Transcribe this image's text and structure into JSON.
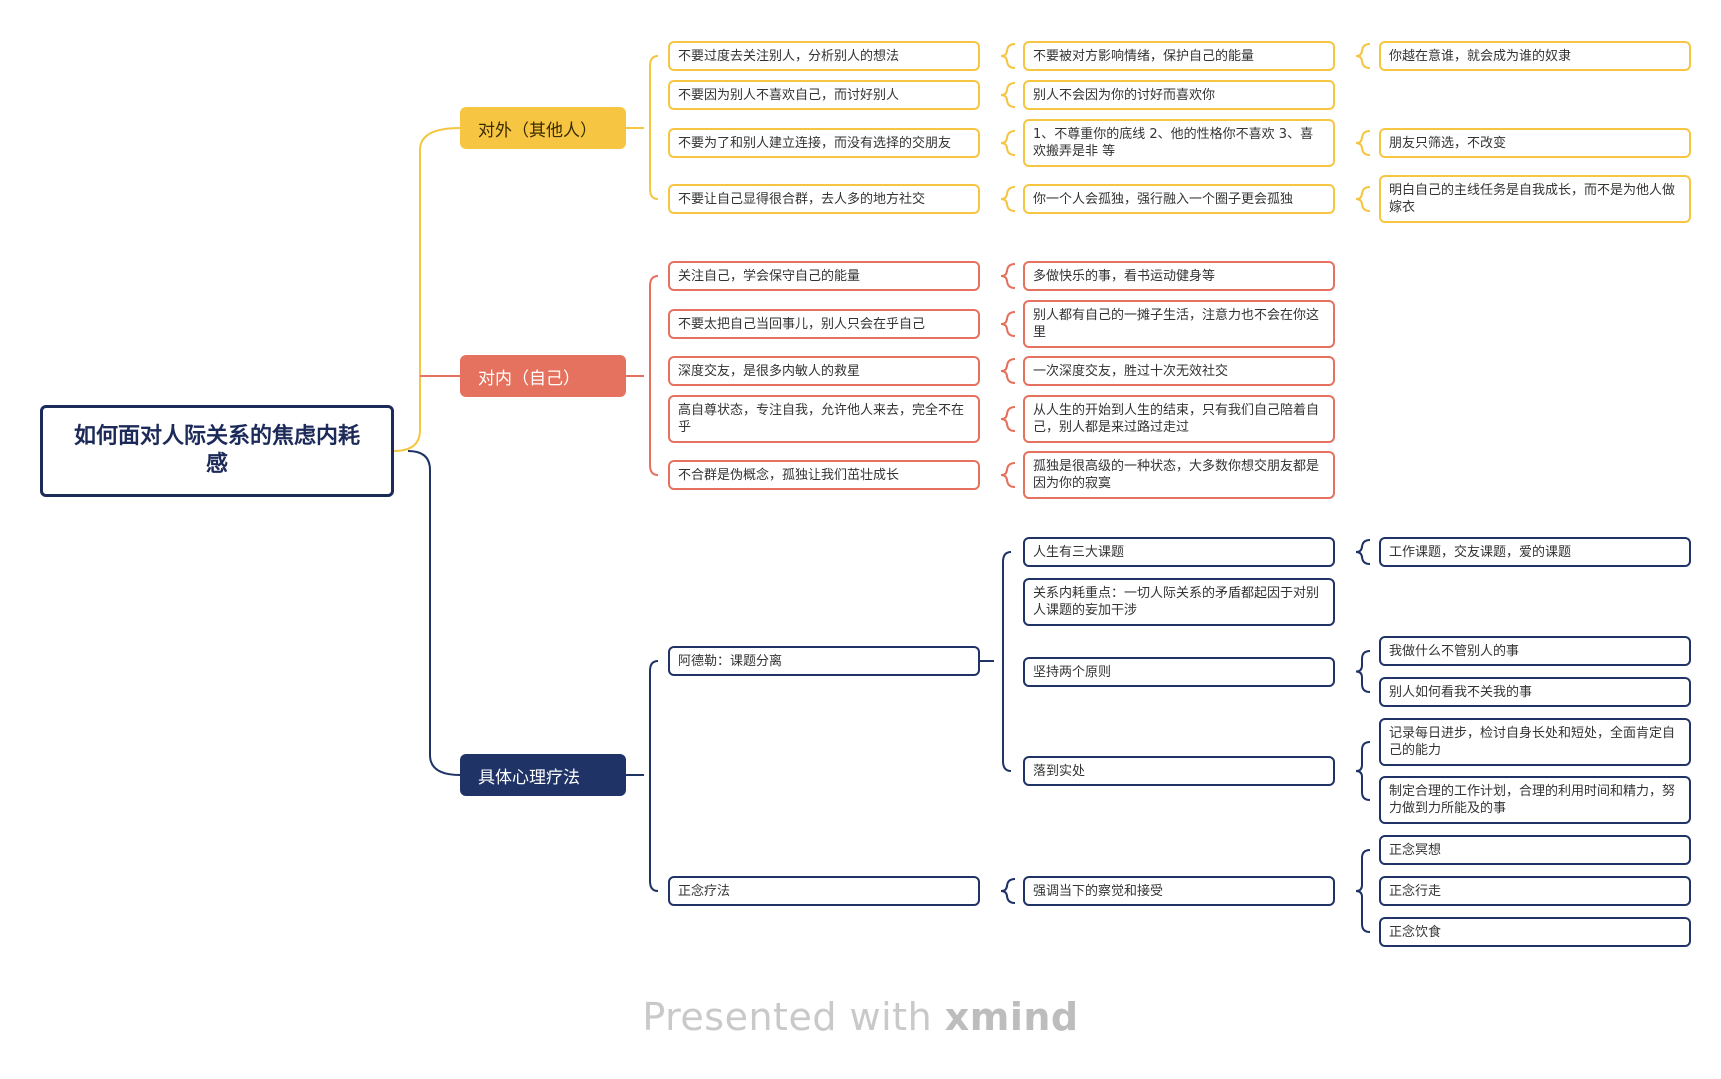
{
  "root": {
    "title": "如何面对人际关系的焦虑内耗感"
  },
  "branches": [
    {
      "label": "对外（其他人）",
      "color": "#f6c642"
    },
    {
      "label": "对内（自己）",
      "color": "#e5725e"
    },
    {
      "label": "具体心理疗法",
      "color": "#1f3366"
    }
  ],
  "external": [
    {
      "l2": "不要过度去关注别人，分析别人的想法",
      "l3": "不要被对方影响情绪，保护自己的能量",
      "l4": "你越在意谁，就会成为谁的奴隶"
    },
    {
      "l2": "不要因为别人不喜欢自己，而讨好别人",
      "l3": "别人不会因为你的讨好而喜欢你"
    },
    {
      "l2": "不要为了和别人建立连接，而没有选择的交朋友",
      "l3": "1、不尊重你的底线 2、他的性格你不喜欢 3、喜欢搬弄是非 等",
      "l4": "朋友只筛选，不改变"
    },
    {
      "l2": "不要让自己显得很合群，去人多的地方社交",
      "l3": "你一个人会孤独，强行融入一个圈子更会孤独",
      "l4": "明白自己的主线任务是自我成长，而不是为他人做嫁衣"
    }
  ],
  "internal": [
    {
      "l2": "关注自己，学会保守自己的能量",
      "l3": "多做快乐的事，看书运动健身等"
    },
    {
      "l2": "不要太把自己当回事儿，别人只会在乎自己",
      "l3": "别人都有自己的一摊子生活，注意力也不会在你这里"
    },
    {
      "l2": "深度交友，是很多内敏人的救星",
      "l3": "一次深度交友，胜过十次无效社交"
    },
    {
      "l2": "高自尊状态，专注自我，允许他人来去，完全不在乎",
      "l3": "从人生的开始到人生的结束，只有我们自己陪着自己，别人都是来过路过走过"
    },
    {
      "l2": "不合群是伪概念，孤独让我们茁壮成长",
      "l3": "孤独是很高级的一种状态，大多数你想交朋友都是因为你的寂寞"
    }
  ],
  "therapy": {
    "adler": {
      "label": "阿德勒：课题分离",
      "children": [
        {
          "label": "人生有三大课题",
          "children": [
            "工作课题，交友课题，爱的课题"
          ]
        },
        {
          "label": "关系内耗重点：一切人际关系的矛盾都起因于对别人课题的妄加干涉",
          "children": []
        },
        {
          "label": "坚持两个原则",
          "children": [
            "我做什么不管别人的事",
            "别人如何看我不关我的事"
          ]
        },
        {
          "label": "落到实处",
          "children": [
            "记录每日进步，检讨自身长处和短处，全面肯定自己的能力",
            "制定合理的工作计划，合理的利用时间和精力，努力做到力所能及的事"
          ]
        }
      ]
    },
    "mindfulness": {
      "label": "正念疗法",
      "l3": "强调当下的察觉和接受",
      "children": [
        "正念冥想",
        "正念行走",
        "正念饮食"
      ]
    }
  },
  "footer": {
    "prefix": "Presented with ",
    "brand": "xmind"
  }
}
